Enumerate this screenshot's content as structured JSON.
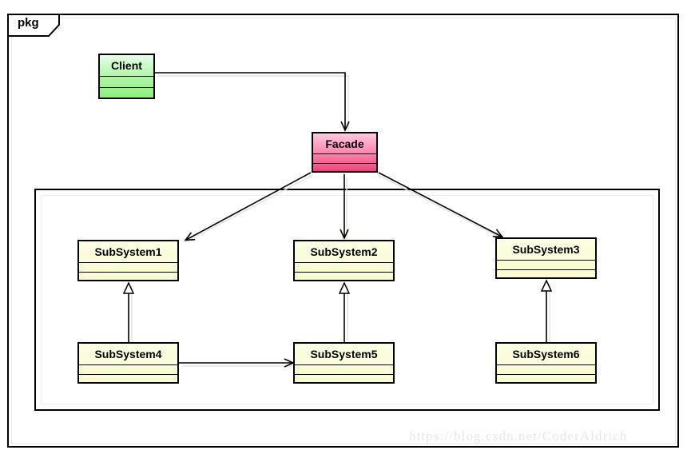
{
  "diagram": {
    "type": "uml-class-diagram",
    "pattern": "Facade",
    "package": {
      "label": "pkg",
      "stereotype_tab": "pkg"
    },
    "classes": [
      {
        "id": "client",
        "name": "Client",
        "fill": "#a9f7a0",
        "compartments": 2
      },
      {
        "id": "facade",
        "name": "Facade",
        "fill": "#ff85b3",
        "compartments": 2
      },
      {
        "id": "subsystem1",
        "name": "SubSystem1",
        "fill": "#fbfbd4",
        "compartments": 2
      },
      {
        "id": "subsystem2",
        "name": "SubSystem2",
        "fill": "#fbfbd4",
        "compartments": 2
      },
      {
        "id": "subsystem3",
        "name": "SubSystem3",
        "fill": "#fbfbd4",
        "compartments": 2
      },
      {
        "id": "subsystem4",
        "name": "SubSystem4",
        "fill": "#fbfbd4",
        "compartments": 2
      },
      {
        "id": "subsystem5",
        "name": "SubSystem5",
        "fill": "#fbfbd4",
        "compartments": 2
      },
      {
        "id": "subsystem6",
        "name": "SubSystem6",
        "fill": "#fbfbd4",
        "compartments": 2
      }
    ],
    "relations": [
      {
        "from": "client",
        "to": "facade",
        "kind": "association",
        "arrow": "open"
      },
      {
        "from": "facade",
        "to": "subsystem1",
        "kind": "association",
        "arrow": "open"
      },
      {
        "from": "facade",
        "to": "subsystem2",
        "kind": "association",
        "arrow": "open"
      },
      {
        "from": "facade",
        "to": "subsystem3",
        "kind": "association",
        "arrow": "open"
      },
      {
        "from": "subsystem4",
        "to": "subsystem1",
        "kind": "generalization",
        "arrow": "hollow-triangle"
      },
      {
        "from": "subsystem5",
        "to": "subsystem2",
        "kind": "generalization",
        "arrow": "hollow-triangle"
      },
      {
        "from": "subsystem6",
        "to": "subsystem3",
        "kind": "generalization",
        "arrow": "hollow-triangle"
      },
      {
        "from": "subsystem4",
        "to": "subsystem5",
        "kind": "association",
        "arrow": "open"
      }
    ],
    "colors": {
      "line": "#000000",
      "shadow": "#d8d8d8",
      "frame": "#000000",
      "client_fill": "#a9f7a0",
      "facade_fill": "#ff85b3",
      "subsystem_fill": "#fbfbd4",
      "watermark": "#eae6e2"
    }
  },
  "watermark": {
    "text": "https://blog.csdn.net/CoderAldrich"
  }
}
